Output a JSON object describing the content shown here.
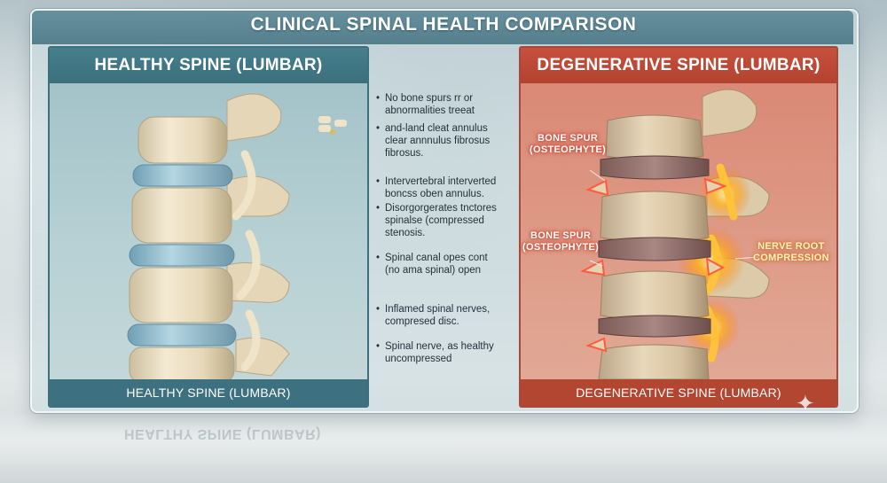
{
  "title": "CLINICAL SPINAL HEALTH COMPARISON",
  "healthy_panel": {
    "header": "HEALTHY SPINE (LUMBAR)",
    "footer": "HEALTHY SPINE (LUMBAR)"
  },
  "degenerative_panel": {
    "header": "DEGENERATIVE SPINE (LUMBAR)",
    "footer": "DEGENERATIVE SPINE (LUMBAR)",
    "callouts": {
      "spur_1": [
        "BONE SPUR",
        "(OSTEOPHYTE)"
      ],
      "spur_2": [
        "BONE SPUR",
        "(OSTEOPHYTE)"
      ],
      "nerve": [
        "NERVE ROOT",
        "COMPRESSION"
      ]
    }
  },
  "middle_notes": [
    {
      "bullet": "•",
      "lines": [
        "No bone spurs rr or",
        "abnormalities treeat"
      ]
    },
    {
      "bullet": "•",
      "lines": [
        "and-land cleat annulus",
        "clear annnulus fibrosus",
        "fibrosus."
      ]
    },
    {
      "bullet": "•",
      "lines": [
        "Intervertebral interverted",
        "boncss oben annulus."
      ]
    },
    {
      "bullet": "•",
      "lines": [
        "Disorgorgerates tnctores",
        "spinalse (compressed",
        "stenosis."
      ]
    },
    {
      "bullet": "•",
      "lines": [
        "Spinal canal opes cont",
        "(no ama spinal) open"
      ]
    },
    {
      "bullet": "•",
      "lines": [
        "Inflamed spinal nerves,",
        "compresed disc."
      ]
    },
    {
      "bullet": "•",
      "lines": [
        "Spinal nerve, as healthy",
        "uncompressed"
      ]
    }
  ],
  "reflection_text": "HEALTHY SPINE (LUMBAR)",
  "colors": {
    "healthy_accent": "#3b6f7c",
    "degenerative_accent": "#b2432f",
    "bone": "#e9dcc0",
    "healthy_disc": "#8fb9cc",
    "nerve_glow": "#ffb21c"
  }
}
